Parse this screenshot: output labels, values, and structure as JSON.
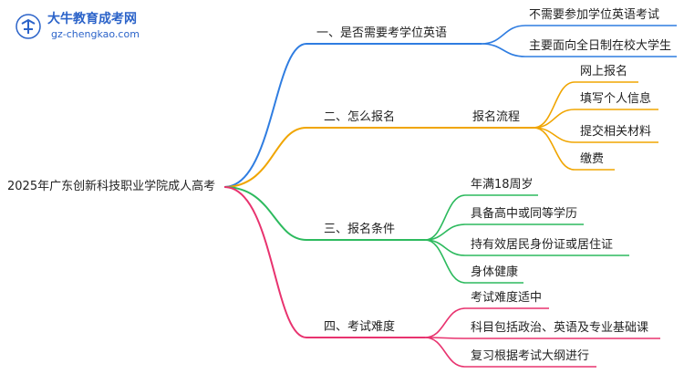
{
  "logo": {
    "title": "大牛教育成考网",
    "url": "gz-chengkao.com"
  },
  "root": "2025年广东创新科技职业学院成人高考",
  "branches": [
    {
      "label": "一、是否需要考学位英语",
      "color": "#2f7de1",
      "children": [
        "不需要参加学位英语考试",
        "主要面向全日制在校大学生"
      ]
    },
    {
      "label": "二、怎么报名",
      "color": "#f0a500",
      "sub": {
        "label": "报名流程",
        "children": [
          "网上报名",
          "填写个人信息",
          "提交相关材料",
          "缴费"
        ]
      }
    },
    {
      "label": "三、报名条件",
      "color": "#2dba5e",
      "children": [
        "年满18周岁",
        "具备高中或同等学历",
        "持有效居民身份证或居住证",
        "身体健康"
      ]
    },
    {
      "label": "四、考试难度",
      "color": "#e8336f",
      "children": [
        "考试难度适中",
        "科目包括政治、英语及专业基础课",
        "复习根据考试大纲进行"
      ]
    }
  ]
}
